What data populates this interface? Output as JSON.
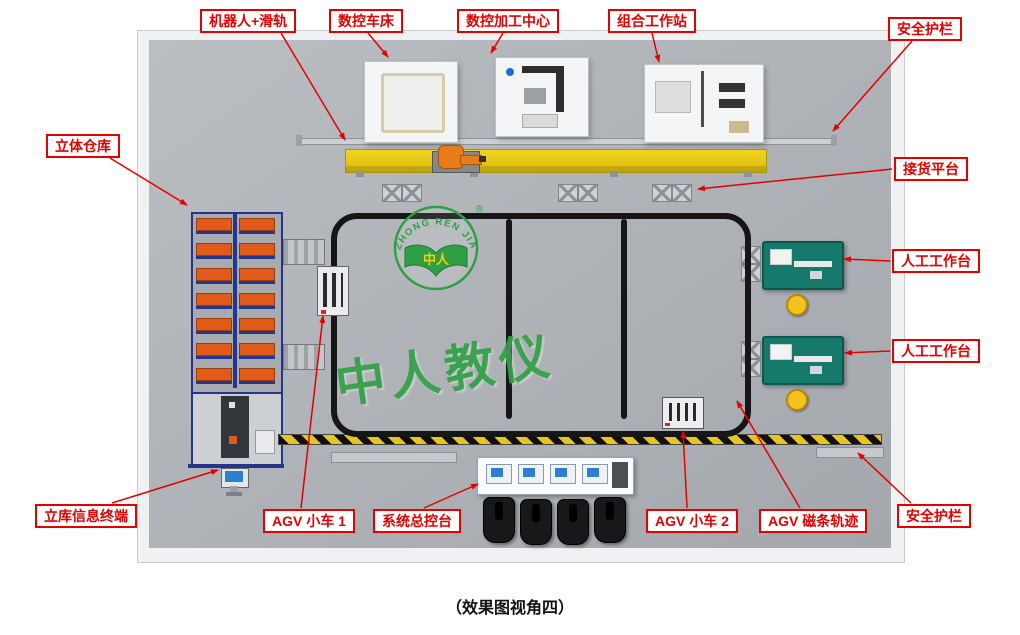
{
  "caption": "（效果图视角四）",
  "labels": {
    "robot_rail": "机器人+滑轨",
    "cnc_lathe": "数控车床",
    "cnc_center": "数控加工中心",
    "combo_station": "组合工作站",
    "fence_top": "安全护栏",
    "warehouse": "立体仓库",
    "receiving": "接货平台",
    "manual_ws1": "人工工作台",
    "manual_ws2": "人工工作台",
    "terminal": "立库信息终端",
    "agv1": "AGV 小车 1",
    "console": "系统总控台",
    "agv2": "AGV 小车 2",
    "agv_track": "AGV 磁条轨迹",
    "fence_bottom": "安全护栏"
  },
  "watermark": {
    "arc_text": "ZHONG REN JIAO",
    "registered_mark": "®",
    "logo_chars": "中人",
    "brand": "中人教仪"
  },
  "colors": {
    "label_red": "#e60000",
    "floor_gray": "#aeb2b6",
    "rail_yellow": "#e9c91b",
    "track_black": "#161616",
    "brand_green": "#2f9e44",
    "bin_orange": "#e05a1a",
    "warehouse_blue": "#24368c",
    "workstation_teal": "#15796b",
    "stool_yellow": "#f2c31c",
    "hazard_yellow": "#e8c51e"
  }
}
